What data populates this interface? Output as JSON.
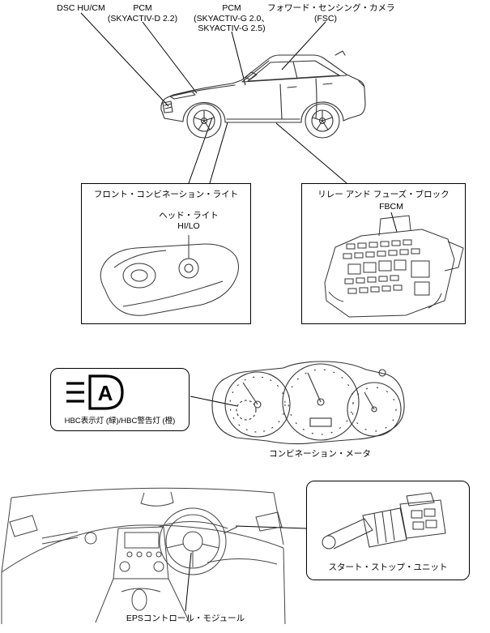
{
  "colors": {
    "background": "#ffffff",
    "line_art": "#333333",
    "text": "#000000"
  },
  "top_labels": {
    "dsc": "DSC HU/CM",
    "pcm_d": {
      "title": "PCM",
      "sub": "(SKYACTIV-D 2.2)"
    },
    "pcm_g": {
      "title": "PCM",
      "sub1": "(SKYACTIV-G 2.0、",
      "sub2": "SKYACTIV-G 2.5)"
    },
    "fsc": {
      "title": "フォワード・センシング・カメラ",
      "sub": "(FSC)"
    }
  },
  "front_light_box": {
    "title": "フロント・コンビネーション・ライト",
    "headlight_label_line1": "ヘッド・ライト",
    "headlight_label_line2": "HI/LO"
  },
  "fuse_box": {
    "title": "リレー アンド フューズ・ブロック",
    "fbcm_label": "FBCM"
  },
  "hbc": {
    "icon_letter": "A",
    "label": "HBC表示灯 (緑)/HBC警告灯 (橙)"
  },
  "meter": {
    "caption": "コンビネーション・メータ"
  },
  "start_stop_box": {
    "title": "スタート・ストップ・ユニット"
  },
  "eps": {
    "caption": "EPSコントロール・モジュール"
  }
}
